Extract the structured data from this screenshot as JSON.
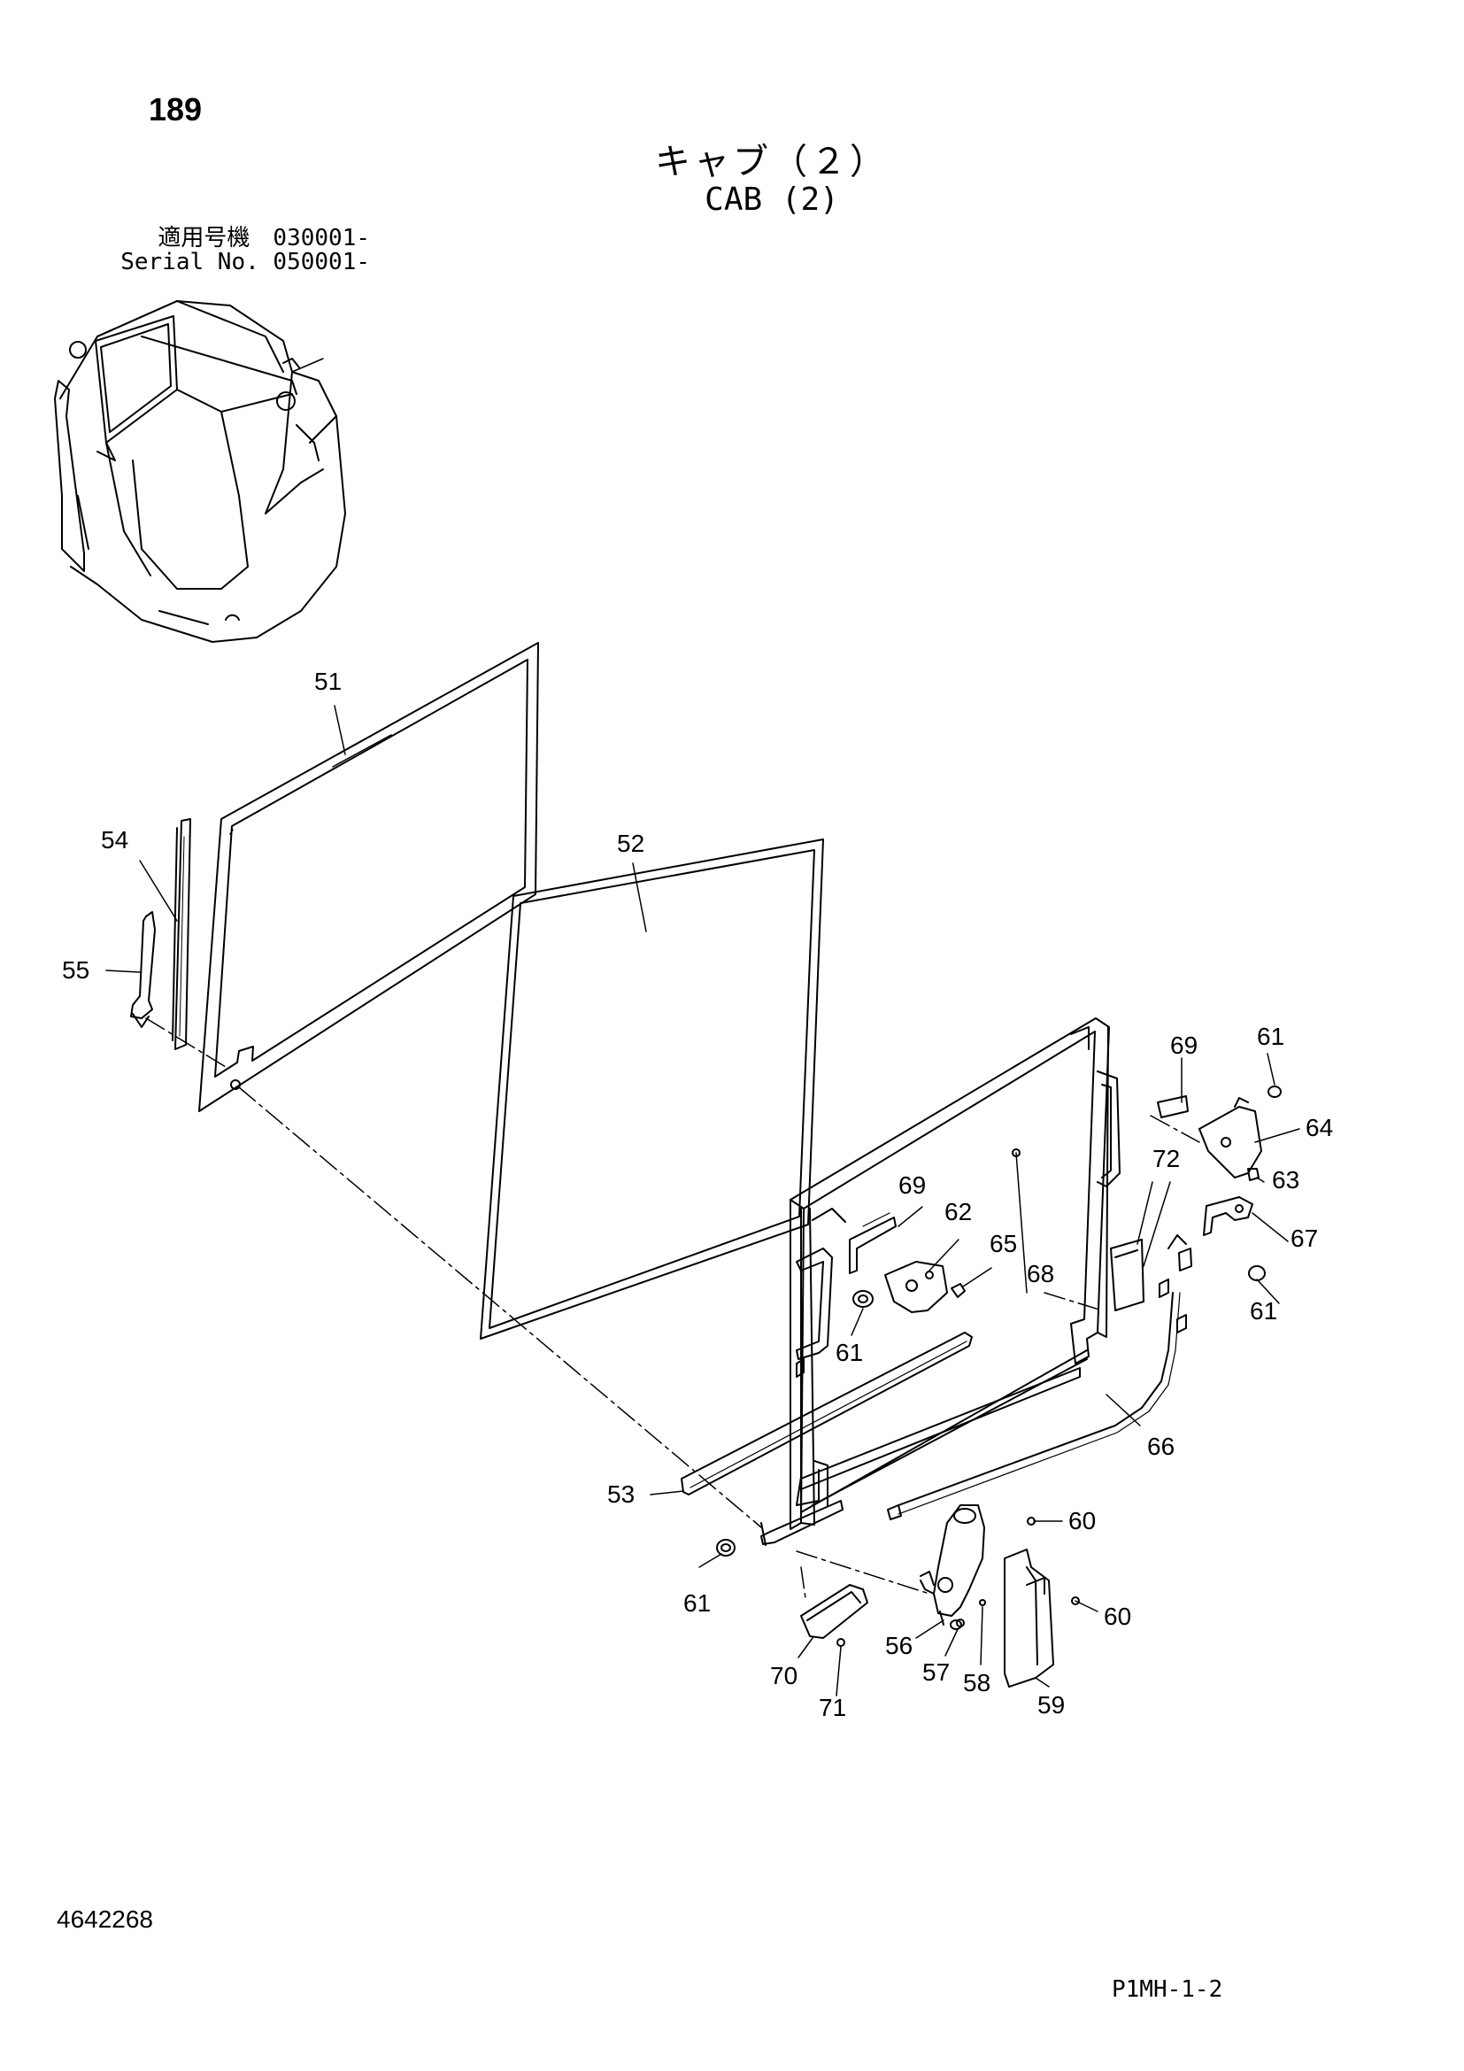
{
  "header": {
    "page_number": "189",
    "title_jp": "キャブ（２）",
    "title_en": "CAB (2)",
    "applicability_jp": "適用号機　030001-",
    "applicability_en": "Serial No. 050001-"
  },
  "footer": {
    "document_number": "4642268",
    "page_code": "P1MH-1-2"
  },
  "callouts": [
    {
      "id": "c51",
      "label": "51"
    },
    {
      "id": "c52",
      "label": "52"
    },
    {
      "id": "c53",
      "label": "53"
    },
    {
      "id": "c54",
      "label": "54"
    },
    {
      "id": "c55",
      "label": "55"
    },
    {
      "id": "c56",
      "label": "56"
    },
    {
      "id": "c57",
      "label": "57"
    },
    {
      "id": "c58",
      "label": "58"
    },
    {
      "id": "c59",
      "label": "59"
    },
    {
      "id": "c60a",
      "label": "60"
    },
    {
      "id": "c60b",
      "label": "60"
    },
    {
      "id": "c61a",
      "label": "61"
    },
    {
      "id": "c61b",
      "label": "61"
    },
    {
      "id": "c61c",
      "label": "61"
    },
    {
      "id": "c61d",
      "label": "61"
    },
    {
      "id": "c62",
      "label": "62"
    },
    {
      "id": "c63",
      "label": "63"
    },
    {
      "id": "c64",
      "label": "64"
    },
    {
      "id": "c65",
      "label": "65"
    },
    {
      "id": "c66",
      "label": "66"
    },
    {
      "id": "c67",
      "label": "67"
    },
    {
      "id": "c68",
      "label": "68"
    },
    {
      "id": "c69a",
      "label": "69"
    },
    {
      "id": "c69b",
      "label": "69"
    },
    {
      "id": "c70",
      "label": "70"
    },
    {
      "id": "c71",
      "label": "71"
    },
    {
      "id": "c72",
      "label": "72"
    }
  ]
}
